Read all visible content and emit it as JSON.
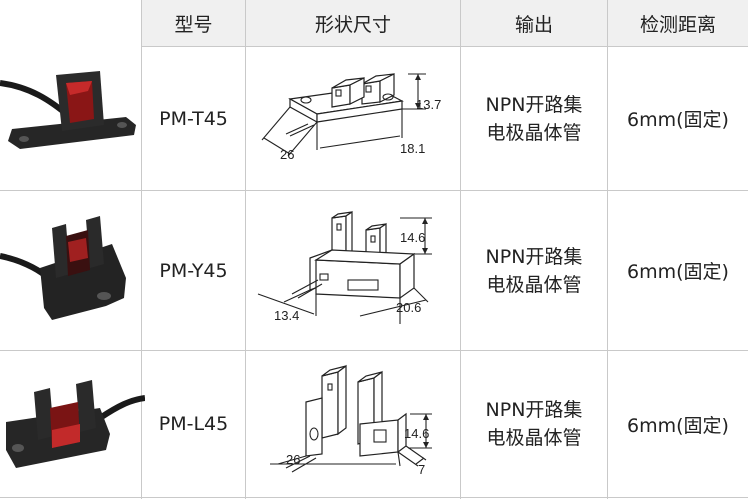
{
  "header": {
    "col_model": "型号",
    "col_shape": "形状尺寸",
    "col_output": "输出",
    "col_distance": "检测距离"
  },
  "rows": [
    {
      "model": "PM-T45",
      "output_line1": "NPN开路集",
      "output_line2": "电极晶体管",
      "distance": "6mm(固定)",
      "dims": {
        "a": "13.7",
        "b": "18.1",
        "c": "26"
      }
    },
    {
      "model": "PM-Y45",
      "output_line1": "NPN开路集",
      "output_line2": "电极晶体管",
      "distance": "6mm(固定)",
      "dims": {
        "a": "14.6",
        "b": "20.6",
        "c": "13.4"
      }
    },
    {
      "model": "PM-L45",
      "output_line1": "NPN开路集",
      "output_line2": "电极晶体管",
      "distance": "6mm(固定)",
      "dims": {
        "a": "14.6",
        "b": "7",
        "c": "26"
      }
    }
  ]
}
